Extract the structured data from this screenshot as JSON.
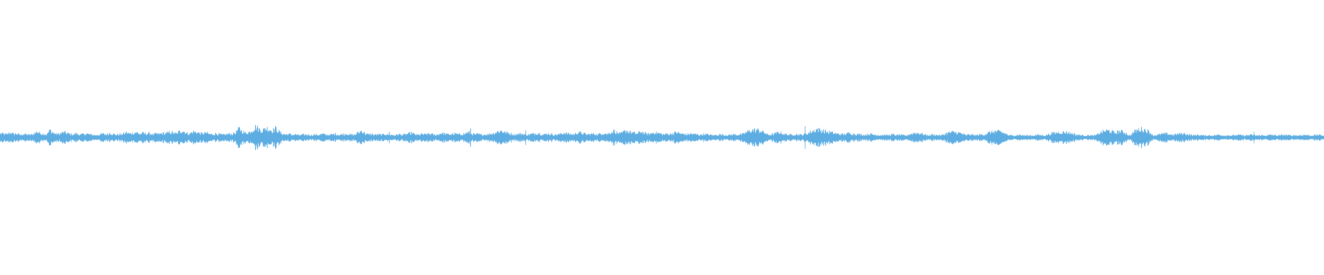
{
  "waveform": {
    "color": "#5dade2",
    "background": "#ffffff",
    "peaks": [
      0.1,
      0.1,
      0.08,
      0.14,
      0.09,
      0.1,
      0.07,
      0.09,
      0.08,
      0.07,
      0.09,
      0.16,
      0.11,
      0.1,
      0.08,
      0.2,
      0.12,
      0.09,
      0.1,
      0.14,
      0.12,
      0.09,
      0.08,
      0.11,
      0.07,
      0.09,
      0.1,
      0.08,
      0.07,
      0.06,
      0.08,
      0.1,
      0.08,
      0.12,
      0.09,
      0.07,
      0.08,
      0.1,
      0.13,
      0.1,
      0.12,
      0.14,
      0.09,
      0.12,
      0.1,
      0.11,
      0.08,
      0.1,
      0.09,
      0.12,
      0.11,
      0.14,
      0.13,
      0.1,
      0.16,
      0.18,
      0.12,
      0.1,
      0.15,
      0.14,
      0.12,
      0.1,
      0.13,
      0.09,
      0.08,
      0.1,
      0.09,
      0.07,
      0.08,
      0.1,
      0.09,
      0.14,
      0.24,
      0.16,
      0.12,
      0.14,
      0.2,
      0.28,
      0.22,
      0.18,
      0.26,
      0.22,
      0.18,
      0.24,
      0.16,
      0.1,
      0.08,
      0.09,
      0.07,
      0.08,
      0.06,
      0.07,
      0.08,
      0.07,
      0.06,
      0.08,
      0.07,
      0.09,
      0.08,
      0.07,
      0.08,
      0.09,
      0.07,
      0.08,
      0.1,
      0.09,
      0.07,
      0.08,
      0.14,
      0.18,
      0.1,
      0.08,
      0.09,
      0.07,
      0.08,
      0.07,
      0.09,
      0.08,
      0.07,
      0.06,
      0.09,
      0.07,
      0.08,
      0.1,
      0.12,
      0.08,
      0.07,
      0.09,
      0.08,
      0.1,
      0.09,
      0.07,
      0.08,
      0.12,
      0.1,
      0.08,
      0.09,
      0.1,
      0.08,
      0.09,
      0.1,
      0.14,
      0.1,
      0.08,
      0.09,
      0.07,
      0.08,
      0.09,
      0.1,
      0.12,
      0.16,
      0.18,
      0.14,
      0.12,
      0.1,
      0.08,
      0.09,
      0.1,
      0.08,
      0.07,
      0.09,
      0.1,
      0.12,
      0.09,
      0.08,
      0.1,
      0.09,
      0.07,
      0.08,
      0.1,
      0.12,
      0.1,
      0.09,
      0.08,
      0.14,
      0.12,
      0.1,
      0.08,
      0.09,
      0.1,
      0.08,
      0.1,
      0.12,
      0.09,
      0.14,
      0.18,
      0.12,
      0.1,
      0.16,
      0.18,
      0.14,
      0.12,
      0.1,
      0.16,
      0.12,
      0.09,
      0.1,
      0.14,
      0.12,
      0.1,
      0.08,
      0.1,
      0.09,
      0.12,
      0.14,
      0.1,
      0.09,
      0.08,
      0.1,
      0.09,
      0.08,
      0.07,
      0.09,
      0.08,
      0.07,
      0.06,
      0.07,
      0.08,
      0.07,
      0.06,
      0.07,
      0.08,
      0.07,
      0.09,
      0.08,
      0.07,
      0.08,
      0.1,
      0.08,
      0.07,
      0.06,
      0.08,
      0.07,
      0.09,
      0.12,
      0.14,
      0.1,
      0.08,
      0.07,
      0.08,
      0.09,
      0.07,
      0.08,
      0.1,
      0.14,
      0.18,
      0.22,
      0.2,
      0.18,
      0.16,
      0.14,
      0.12,
      0.1,
      0.09,
      0.08,
      0.1,
      0.12,
      0.1,
      0.09,
      0.08,
      0.07,
      0.08,
      0.09,
      0.08,
      0.07,
      0.06,
      0.07,
      0.06,
      0.07,
      0.08,
      0.06,
      0.07,
      0.06,
      0.05,
      0.06,
      0.07,
      0.06,
      0.05,
      0.06,
      0.07,
      0.06,
      0.08,
      0.07,
      0.06,
      0.05,
      0.06,
      0.07,
      0.06,
      0.05,
      0.06,
      0.07,
      0.06,
      0.08,
      0.07,
      0.06,
      0.07,
      0.08,
      0.07,
      0.06,
      0.05,
      0.06,
      0.05,
      0.06,
      0.07,
      0.06,
      0.05,
      0.06,
      0.07,
      0.06,
      0.05,
      0.06,
      0.05,
      0.06,
      0.07,
      0.06,
      0.05,
      0.06,
      0.07,
      0.06,
      0.05,
      0.06,
      0.07,
      0.08,
      0.07,
      0.06,
      0.07,
      0.06,
      0.05,
      0.06,
      0.05,
      0.06,
      0.07,
      0.06,
      0.05,
      0.06,
      0.07,
      0.06,
      0.05,
      0.06,
      0.07,
      0.06,
      0.05,
      0.06,
      0.07,
      0.08,
      0.07,
      0.06,
      0.05,
      0.06,
      0.07,
      0.06,
      0.05,
      0.06,
      0.07,
      0.08,
      0.07,
      0.06,
      0.05,
      0.06,
      0.05,
      0.06,
      0.07,
      0.06,
      0.05,
      0.06,
      0.05,
      0.06,
      0.07,
      0.06,
      0.05,
      0.06,
      0.05,
      0.06,
      0.07,
      0.06,
      0.05,
      0.06,
      0.07,
      0.06,
      0.05,
      0.06,
      0.05,
      0.06,
      0.07,
      0.06,
      0.05,
      0.06,
      0.07,
      0.06,
      0.05,
      0.06,
      0.05,
      0.06,
      0.07,
      0.06,
      0.05,
      0.06,
      0.07,
      0.06,
      0.05
    ],
    "spikes": [
      {
        "x": 0.355,
        "amp": 0.22
      },
      {
        "x": 0.397,
        "amp": 0.18
      },
      {
        "x": 0.608,
        "amp": 0.28
      },
      {
        "x": 0.294,
        "amp": 0.14
      },
      {
        "x": 0.947,
        "amp": 0.14
      }
    ],
    "bursts": [
      {
        "x": 0.57,
        "width": 0.012,
        "amp": 0.2
      },
      {
        "x": 0.692,
        "width": 0.01,
        "amp": 0.12
      },
      {
        "x": 0.72,
        "width": 0.012,
        "amp": 0.14
      },
      {
        "x": 0.752,
        "width": 0.012,
        "amp": 0.16
      },
      {
        "x": 0.802,
        "width": 0.016,
        "amp": 0.14
      },
      {
        "x": 0.836,
        "width": 0.01,
        "amp": 0.18
      },
      {
        "x": 0.846,
        "width": 0.008,
        "amp": 0.16
      },
      {
        "x": 0.862,
        "width": 0.01,
        "amp": 0.22
      },
      {
        "x": 0.88,
        "width": 0.01,
        "amp": 0.1
      },
      {
        "x": 0.893,
        "width": 0.012,
        "amp": 0.1
      }
    ]
  }
}
